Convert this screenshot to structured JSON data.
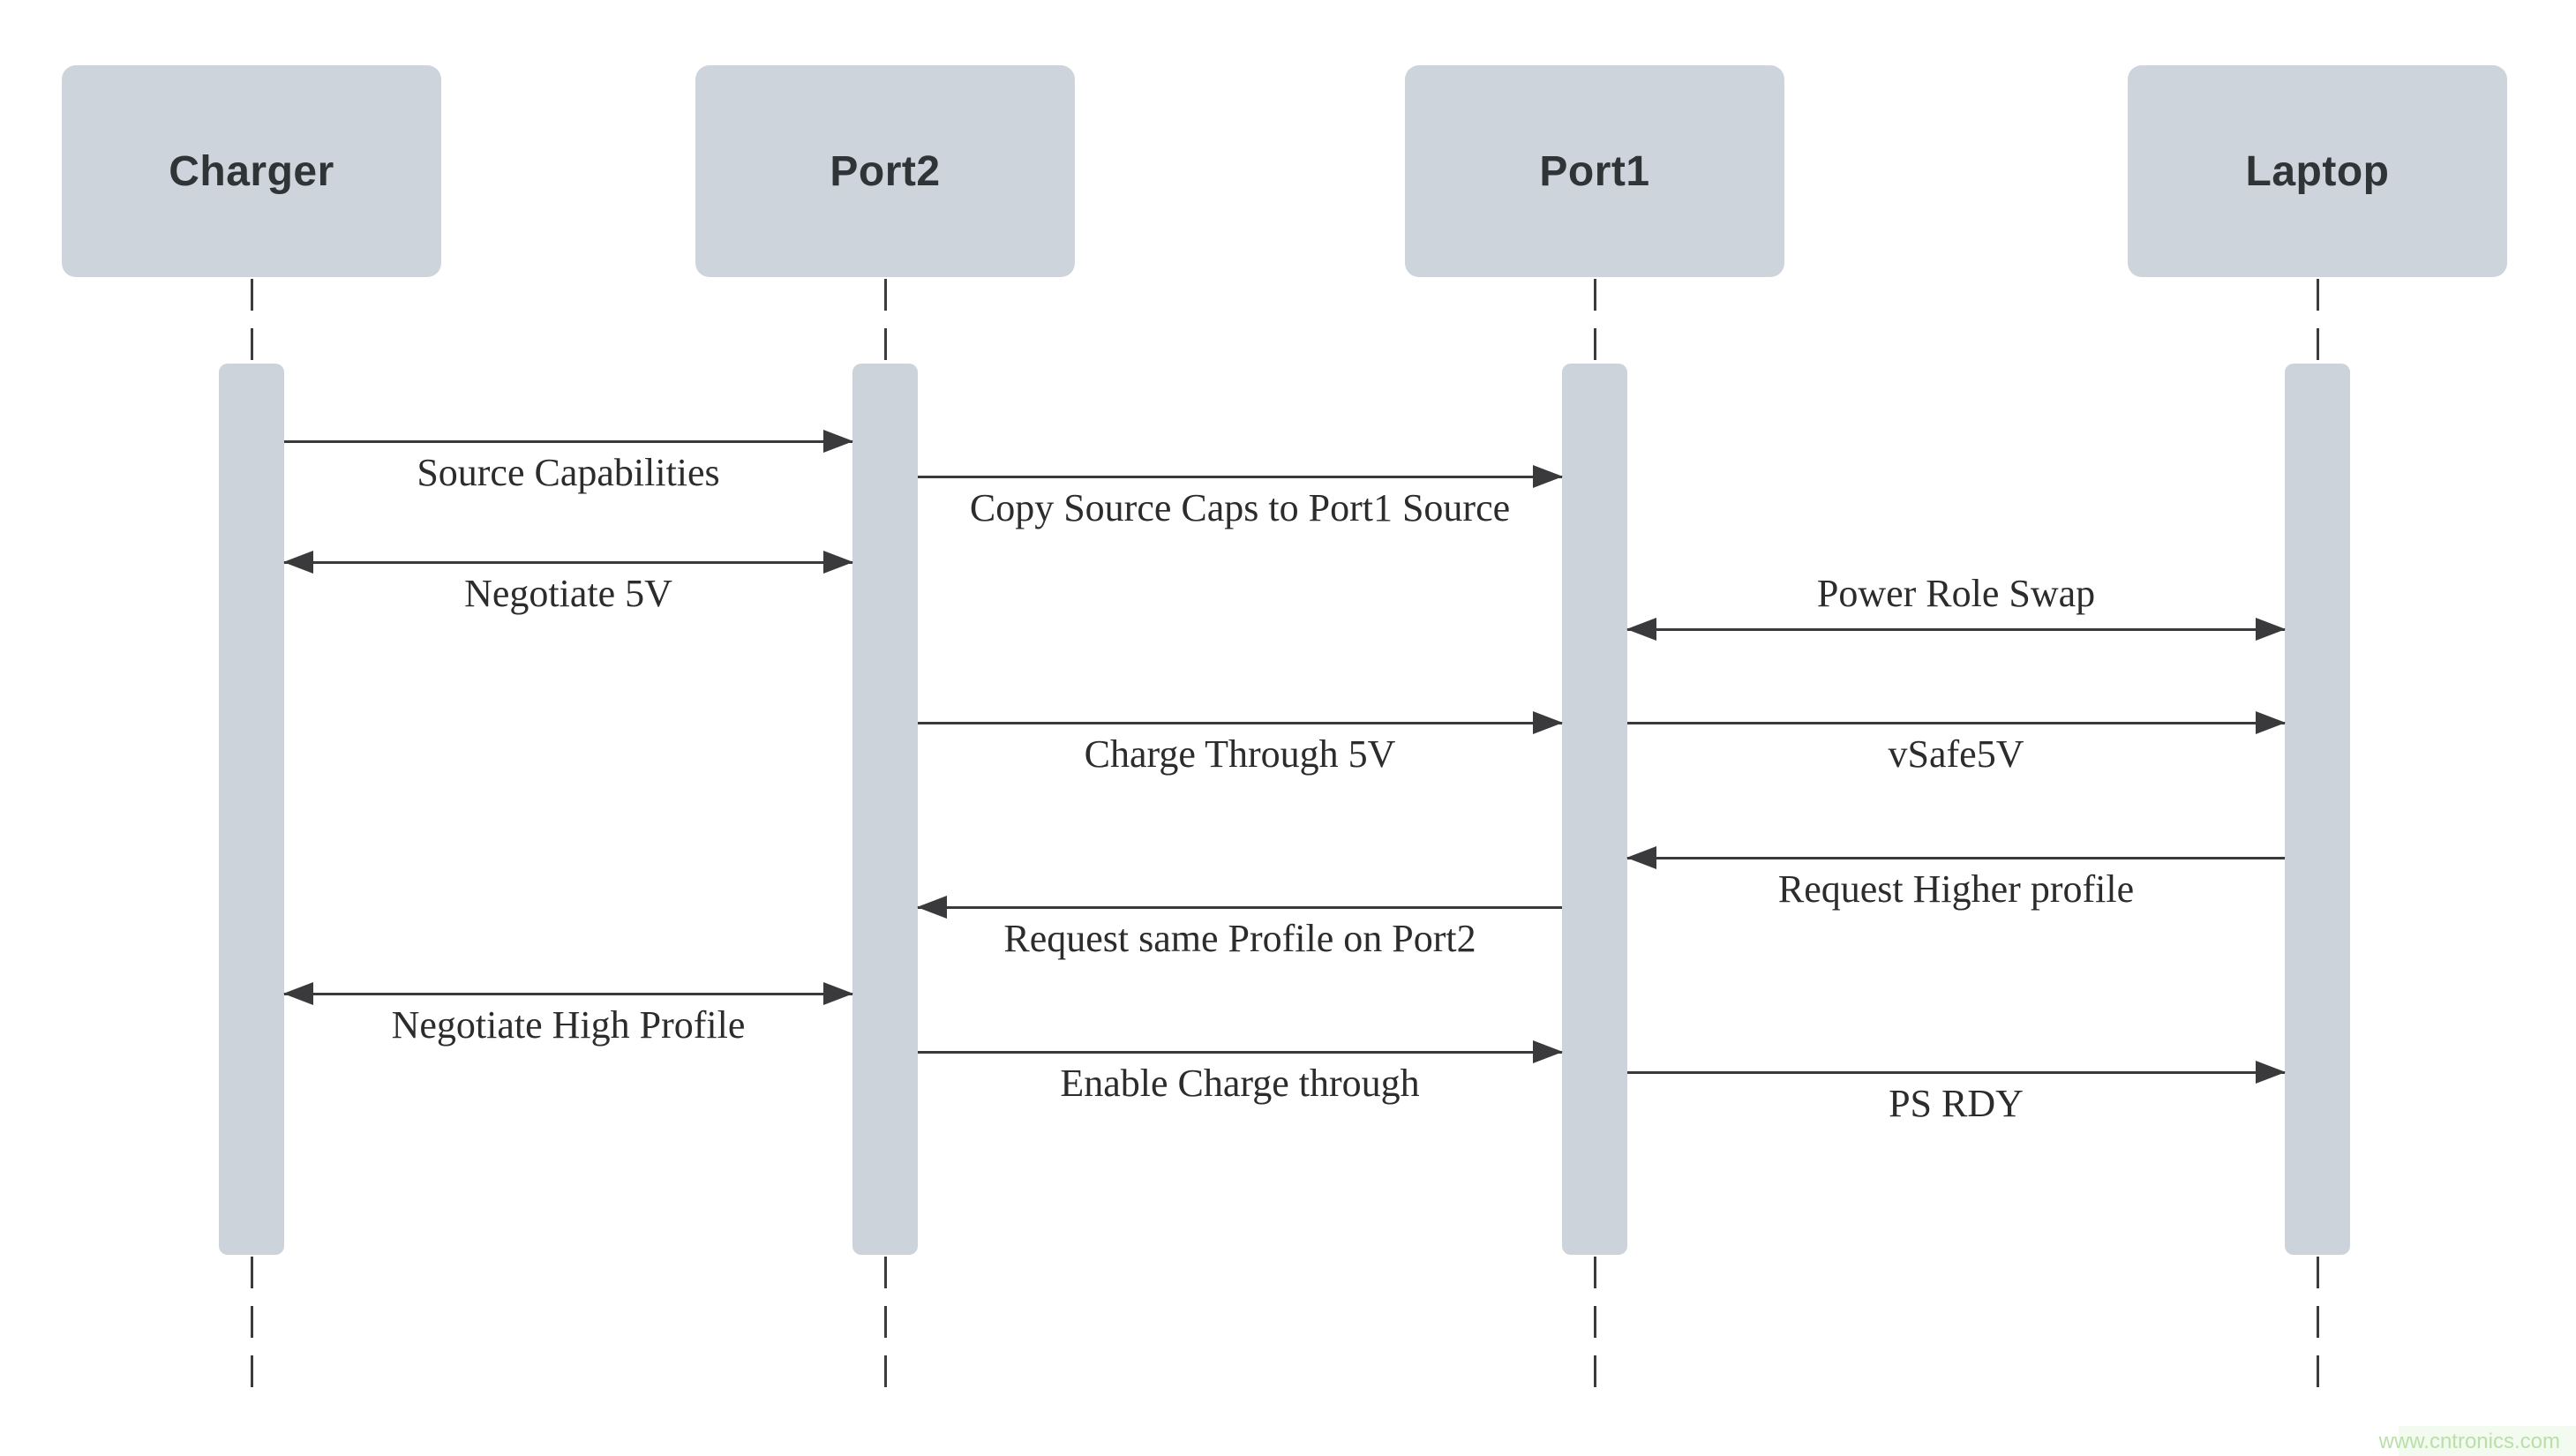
{
  "diagram_type": "uml-sequence",
  "actors": [
    {
      "name": "Charger"
    },
    {
      "name": "Port2"
    },
    {
      "name": "Port1"
    },
    {
      "name": "Laptop"
    }
  ],
  "messages": [
    {
      "from": "Charger",
      "to": "Port2",
      "label": "Source Capabilities",
      "bidirectional": false,
      "label_position": "below"
    },
    {
      "from": "Port2",
      "to": "Port1",
      "label": "Copy Source Caps to Port1 Source",
      "bidirectional": false,
      "label_position": "below"
    },
    {
      "from": "Charger",
      "to": "Port2",
      "label": "Negotiate 5V",
      "bidirectional": true,
      "label_position": "below"
    },
    {
      "from": "Port1",
      "to": "Laptop",
      "label": "Power Role Swap",
      "bidirectional": true,
      "label_position": "above"
    },
    {
      "from": "Port2",
      "to": "Port1",
      "label": "Charge Through 5V",
      "bidirectional": false,
      "label_position": "below"
    },
    {
      "from": "Port1",
      "to": "Laptop",
      "label": "vSafe5V",
      "bidirectional": false,
      "label_position": "below"
    },
    {
      "from": "Laptop",
      "to": "Port1",
      "label": "Request Higher profile",
      "bidirectional": false,
      "label_position": "below"
    },
    {
      "from": "Port1",
      "to": "Port2",
      "label": "Request same Profile on Port2",
      "bidirectional": false,
      "label_position": "below"
    },
    {
      "from": "Charger",
      "to": "Port2",
      "label": "Negotiate High Profile",
      "bidirectional": true,
      "label_position": "below"
    },
    {
      "from": "Port2",
      "to": "Port1",
      "label": "Enable Charge through",
      "bidirectional": false,
      "label_position": "below"
    },
    {
      "from": "Port1",
      "to": "Laptop",
      "label": "PS RDY",
      "bidirectional": false,
      "label_position": "below"
    }
  ],
  "watermark": {
    "text": "www.cntronics.com"
  },
  "colors": {
    "actor_fill": "#cdd4dc",
    "activation_fill": "#ccd3db",
    "arrow": "#3a3a3c",
    "label_text": "#2c2c2c",
    "actor_text": "#2f3437",
    "watermark_text": "#b9e0a8",
    "background": "#ffffff"
  }
}
